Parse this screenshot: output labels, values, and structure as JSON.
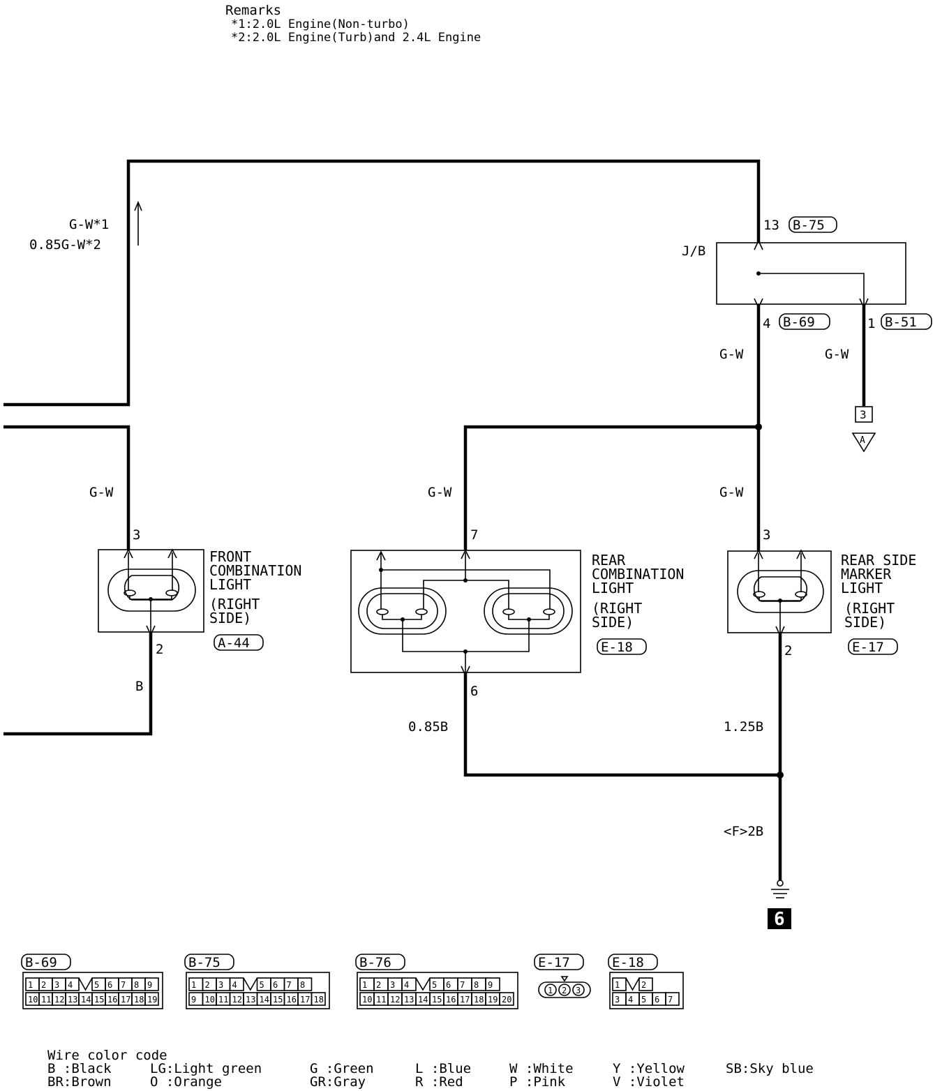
{
  "remarks": {
    "title": "Remarks",
    "line1": "*1:2.0L Engine(Non-turbo)",
    "line2": "*2:2.0L Engine(Turb)and 2.4L Engine"
  },
  "wires": {
    "top_left_label1": "G-W*1",
    "top_left_label2": "0.85G-W*2",
    "gw_jb_pin4": "G-W",
    "gw_jb_pin1": "G-W",
    "gw_front": "G-W",
    "gw_rear_comb": "G-W",
    "gw_side_marker": "G-W",
    "front_ground": "B",
    "rear_comb_ground": "0.85B",
    "side_marker_ground": "1.25B",
    "main_ground": "<F>2B"
  },
  "junction_block": {
    "label": "J/B",
    "pin_in": "13",
    "conn_in": "B-75",
    "pin_out_left": "4",
    "conn_out_left": "B-69",
    "pin_out_right": "1",
    "conn_out_right": "B-51",
    "ref_number": "3",
    "ref_letter": "A"
  },
  "components": {
    "front": {
      "name1": "FRONT",
      "name2": "COMBINATION",
      "name3": "LIGHT",
      "side1": "(RIGHT",
      "side2": "SIDE)",
      "connector": "A-44",
      "pin_top": "3",
      "pin_bottom": "2"
    },
    "rear_comb": {
      "name1": "REAR",
      "name2": "COMBINATION",
      "name3": "LIGHT",
      "side1": "(RIGHT",
      "side2": "SIDE)",
      "connector": "E-18",
      "pin_top": "7",
      "pin_bottom": "6"
    },
    "side_marker": {
      "name1": "REAR SIDE",
      "name2": "MARKER",
      "name3": "LIGHT",
      "side1": "(RIGHT",
      "side2": "SIDE)",
      "connector": "E-17",
      "pin_top": "3",
      "pin_bottom": "2"
    }
  },
  "ground_point": "6",
  "connectors": [
    {
      "label": "B-69",
      "row1": [
        "1",
        "2",
        "3",
        "4",
        "",
        "5",
        "6",
        "7",
        "8",
        "9"
      ],
      "row2": [
        "10",
        "11",
        "12",
        "13",
        "14",
        "15",
        "16",
        "17",
        "18",
        "19"
      ]
    },
    {
      "label": "B-75",
      "row1": [
        "1",
        "2",
        "3",
        "4",
        "",
        "5",
        "6",
        "7",
        "8"
      ],
      "row2": [
        "9",
        "10",
        "11",
        "12",
        "13",
        "14",
        "15",
        "16",
        "17",
        "18"
      ]
    },
    {
      "label": "B-76",
      "row1": [
        "1",
        "2",
        "3",
        "4",
        "",
        "5",
        "6",
        "7",
        "8",
        "9"
      ],
      "row2": [
        "10",
        "11",
        "12",
        "13",
        "14",
        "15",
        "16",
        "17",
        "18",
        "19",
        "20"
      ]
    },
    {
      "label": "E-17",
      "row1": [
        "1",
        "2",
        "3"
      ],
      "row2": []
    },
    {
      "label": "E-18",
      "row1": [
        "1",
        "",
        "2"
      ],
      "row2": [
        "3",
        "4",
        "5",
        "6",
        "7"
      ]
    }
  ],
  "color_code": {
    "title": "Wire color code",
    "entries": [
      [
        "B :Black",
        "BR:Brown"
      ],
      [
        "LG:Light green",
        "O :Orange"
      ],
      [
        "G :Green",
        "GR:Gray"
      ],
      [
        "L :Blue",
        "R :Red"
      ],
      [
        "W :White",
        "P :Pink"
      ],
      [
        "Y :Yellow",
        "V :Violet"
      ],
      [
        "SB:Sky blue",
        ""
      ]
    ]
  }
}
